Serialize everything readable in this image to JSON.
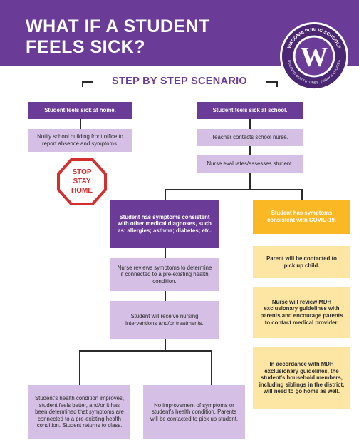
{
  "header": {
    "title_line1": "WHAT IF A STUDENT",
    "title_line2": "FEELS SICK?",
    "logo_ring_text": "WACONIA PUBLIC SCHOOLS",
    "logo_bottom_text": "BUILDING OUR FUTURES, TODAY'S CHOICES",
    "logo_letter": "W"
  },
  "diagram": {
    "subtitle": "STEP BY STEP SCENARIO",
    "home": {
      "start": "Student feels sick at home.",
      "notify": "Notify school building front office to report absence and symptoms."
    },
    "stop_sign": {
      "line1": "STOP",
      "line2": "STAY",
      "line3": "HOME"
    },
    "school": {
      "start": "Student feels sick at school.",
      "teacher": "Teacher contacts school nurse.",
      "nurse": "Nurse evaluates/assesses student."
    },
    "medical": {
      "header": "Student has symptoms consistent with other medical diagnoses, such as: allergies; asthma; diabetes;  etc.",
      "review": "Nurse reviews symptoms to determine if connected to a pre-existing health condition.",
      "interventions": "Student will receive nursing interventions and/or treatments.",
      "improves": "Student's health condition improves, student feels better, and/or it has been determined that symptoms are connected to a pre-existing health condition. Student returns to class.",
      "no_improvement": "No improvement of symptoms or student's health condition. Parents will be contacted to pick up student."
    },
    "covid": {
      "header": "Student has symptoms consistent with COVID-19.",
      "parent": "Parent will be contacted to pick up child.",
      "mdh": "Nurse will review MDH exclusionary guidelines with parents and encourage parents to contact medical provider.",
      "household": "In accordance with MDH exclusionary guidelines, the student's household members, including siblings in the district, will need to go home as well."
    }
  },
  "colors": {
    "purple": "#6b3c97",
    "lavender": "#d5bfe4",
    "gold": "#fbb825",
    "pale_gold": "#fde6a4",
    "stop_red": "#d32f2f"
  }
}
